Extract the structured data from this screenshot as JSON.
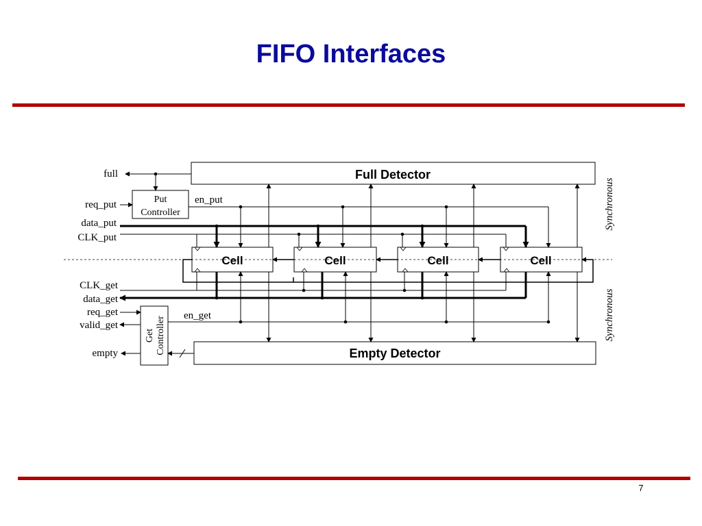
{
  "slide": {
    "title": "FIFO Interfaces",
    "page_number": "7"
  },
  "colors": {
    "title": "#0a0a9c",
    "rule": "#b00000",
    "lines": "#000000"
  },
  "diagram": {
    "full_detector": "Full Detector",
    "empty_detector": "Empty Detector",
    "put_controller": {
      "line1": "Put",
      "line2": "Controller"
    },
    "get_controller": {
      "line1": "Get",
      "line2": "Controller"
    },
    "cells": [
      "Cell",
      "Cell",
      "Cell",
      "Cell"
    ],
    "signals": {
      "full": "full",
      "req_put": "req_put",
      "data_put": "data_put",
      "clk_put": "CLK_put",
      "en_put": "en_put",
      "clk_get": "CLK_get",
      "data_get": "data_get",
      "req_get": "req_get",
      "valid_get": "valid_get",
      "en_get": "en_get",
      "empty": "empty"
    },
    "domains": {
      "top": "Synchronous",
      "bottom": "Synchronous"
    }
  }
}
